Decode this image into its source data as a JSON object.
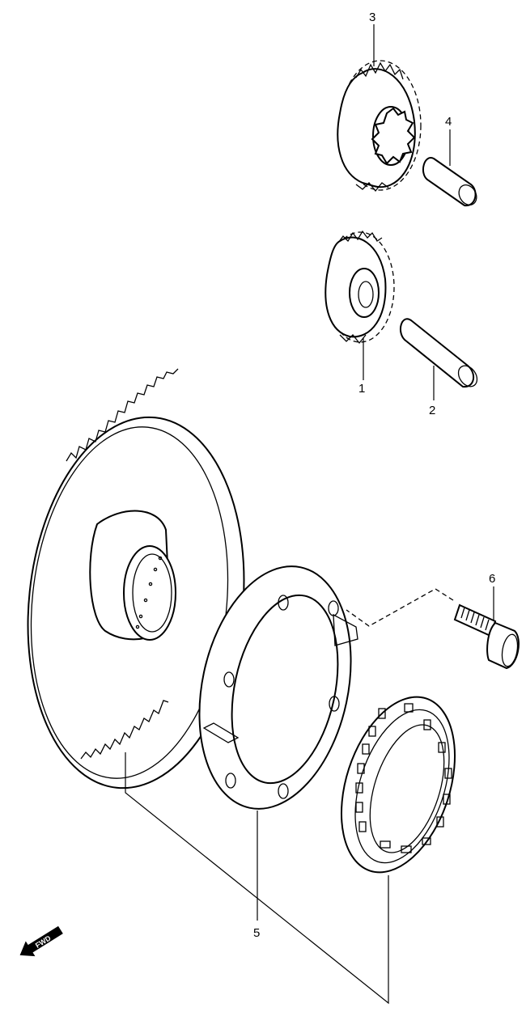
{
  "callouts": {
    "part_1": "1",
    "part_2": "2",
    "part_3": "3",
    "part_4": "4",
    "part_5": "5",
    "part_6": "6"
  },
  "direction_marker": {
    "label": "FWD",
    "icon": "fwd-arrow-icon"
  }
}
